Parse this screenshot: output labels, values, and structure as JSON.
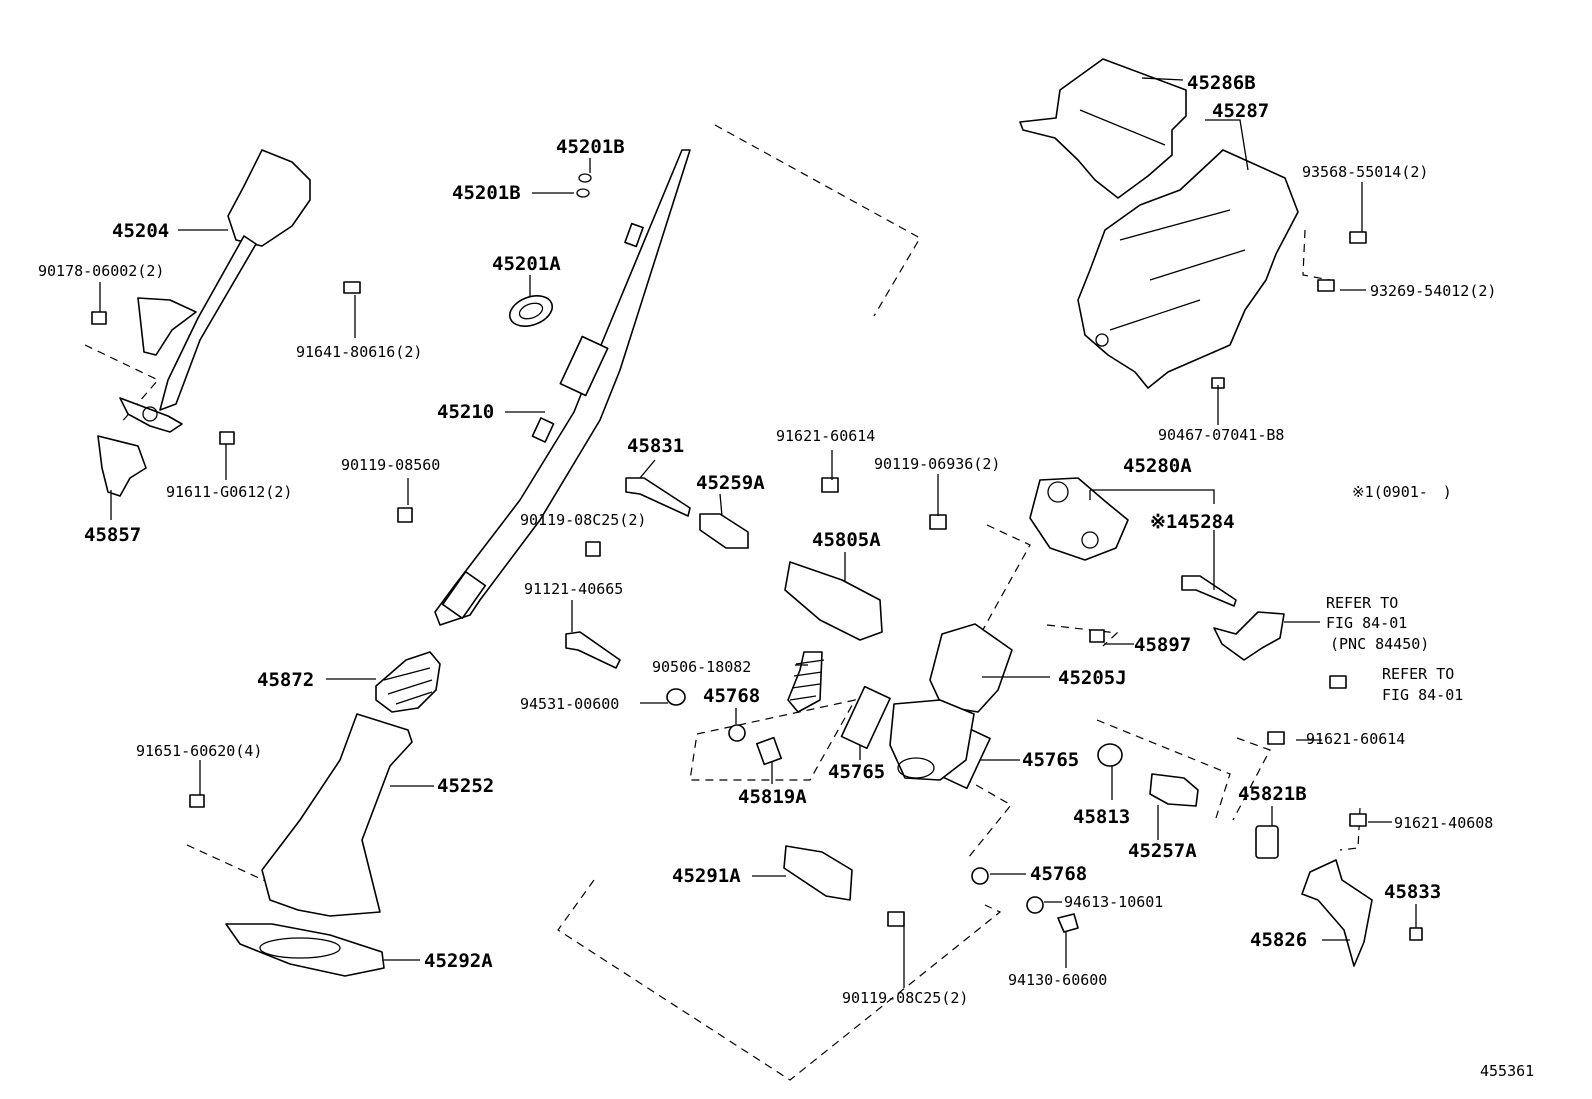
{
  "diagram_id": "455361",
  "note": "※1(0901-　)",
  "refer_text": {
    "refer_1": [
      "REFER TO",
      "FIG 84-01",
      "(PNC 84450)"
    ],
    "refer_2": [
      "REFER TO",
      "FIG 84-01"
    ]
  },
  "labels": {
    "p45286B": "45286B",
    "p45287": "45287",
    "p93568": "93568-55014(2)",
    "p93269": "93269-54012(2)",
    "p90467": "90467-07041-B8",
    "p45201B_1": "45201B",
    "p45201B_2": "45201B",
    "p45201A": "45201A",
    "p45210": "45210",
    "p45204": "45204",
    "p90178": "90178-06002(2)",
    "p91641": "91641-80616(2)",
    "p91611": "91611-G0612(2)",
    "p45857": "45857",
    "p90119_08560": "90119-08560",
    "p45831": "45831",
    "p45259A": "45259A",
    "p91621_60614_a": "91621-60614",
    "p90119_06936": "90119-06936(2)",
    "p45280A": "45280A",
    "p45284": "※145284",
    "p90119_08C25_a": "90119-08C25(2)",
    "p45805A": "45805A",
    "p91121": "91121-40665",
    "p45897": "45897",
    "p90506": "90506-18082",
    "p45205J": "45205J",
    "p45872": "45872",
    "p94531": "94531-00600",
    "p45768_a": "45768",
    "p91621_60614_b": "91621-60614",
    "p91651": "91651-60620(4)",
    "p45765_a": "45765",
    "p45765_b": "45765",
    "p45819A": "45819A",
    "p45252": "45252",
    "p45813": "45813",
    "p45257A": "45257A",
    "p45821B": "45821B",
    "p91621_40608": "91621-40608",
    "p45291A": "45291A",
    "p45768_b": "45768",
    "p94613": "94613-10601",
    "p45833": "45833",
    "p45292A": "45292A",
    "p45826": "45826",
    "p94130": "94130-60600",
    "p90119_08C25_b": "90119-08C25(2)"
  }
}
